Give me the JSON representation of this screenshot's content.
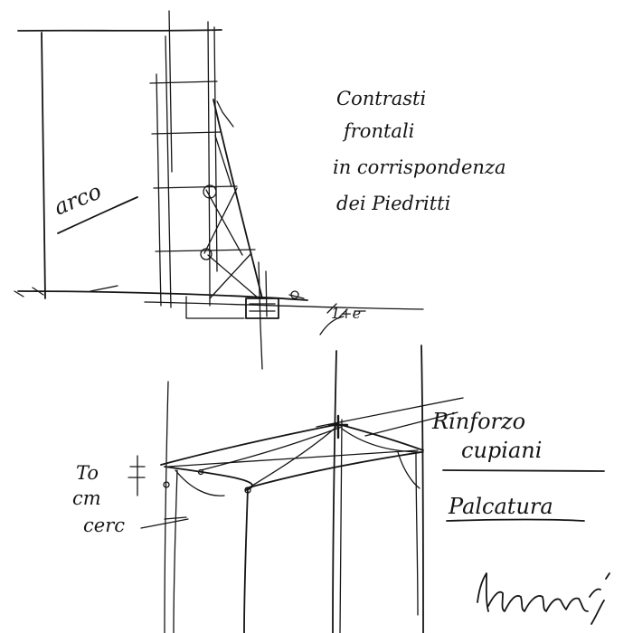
{
  "notes": {
    "top_right_lines": [
      "Contrasti",
      "frontali",
      "in corrispondenza",
      "dei Piedritti"
    ],
    "arch_label": "arco",
    "dimension_label": "1+e",
    "left_side_lines": [
      "To",
      "cm",
      "cerc"
    ],
    "right_lower_lines": [
      "Rinforzo",
      "cupiani",
      "Palcatura"
    ],
    "signature": "M.Marini"
  },
  "colors": {
    "paper": "#ffffff",
    "ink": "#151515"
  },
  "icons": {
    "signature_mark": "handwritten-signature"
  }
}
